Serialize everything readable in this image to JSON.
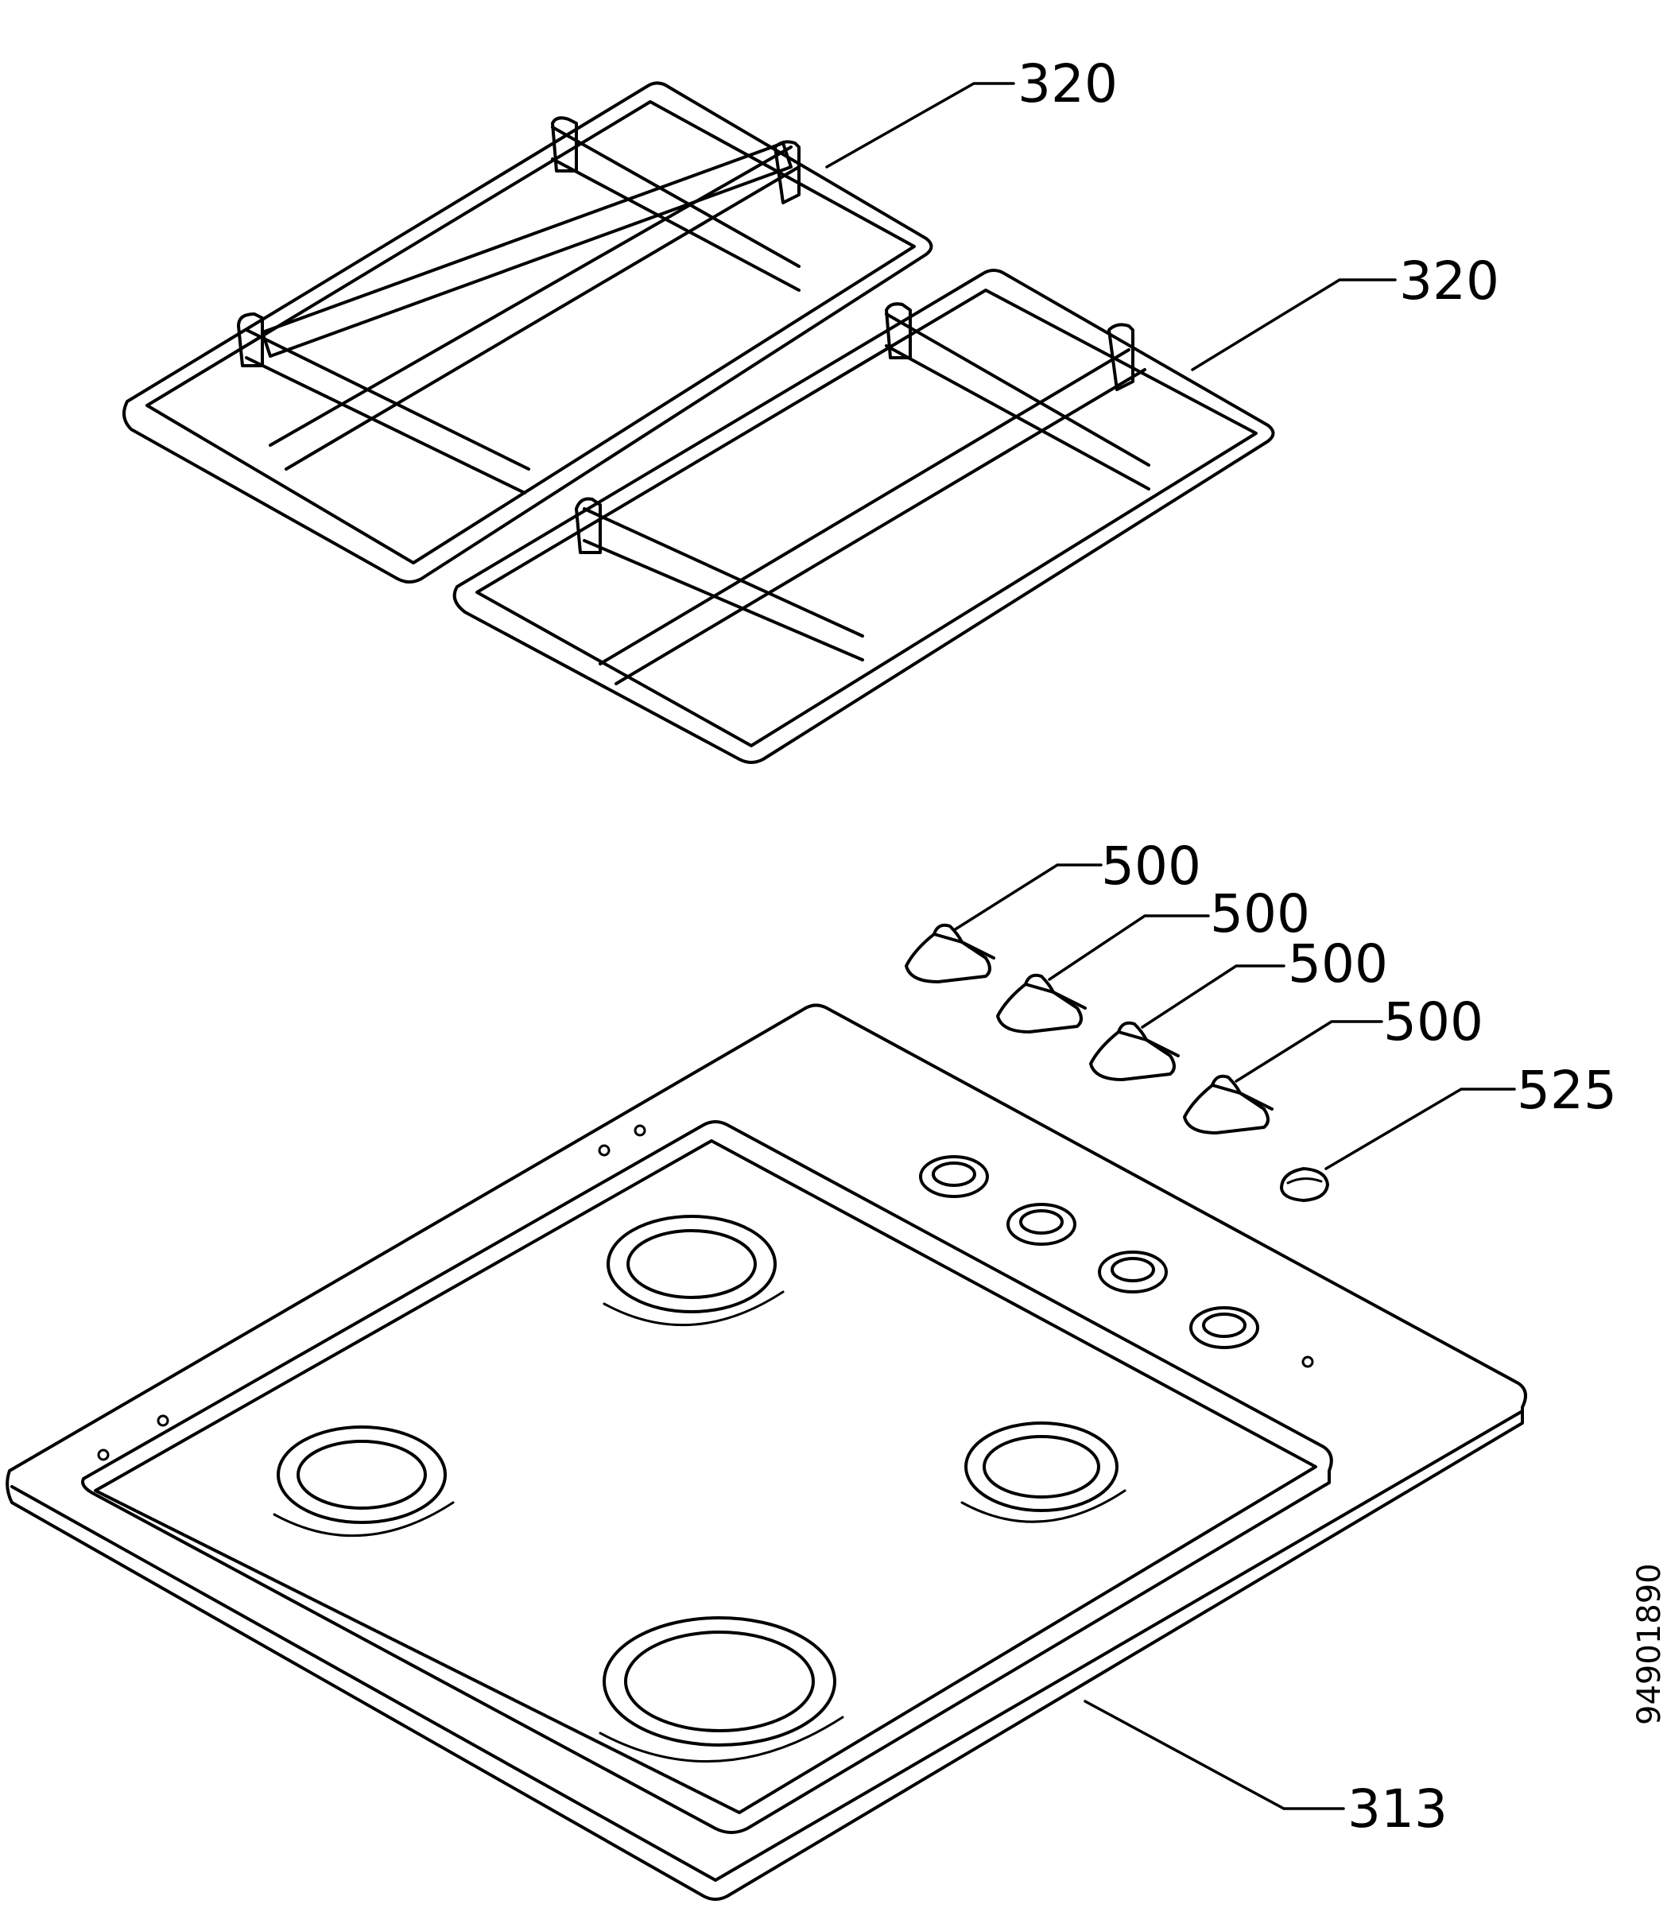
{
  "labels": {
    "grid_left": "320",
    "grid_right": "320",
    "knob_1": "500",
    "knob_2": "500",
    "knob_3": "500",
    "knob_4": "500",
    "ignition_button": "525",
    "hob_top": "313"
  },
  "document_number": "94901890"
}
